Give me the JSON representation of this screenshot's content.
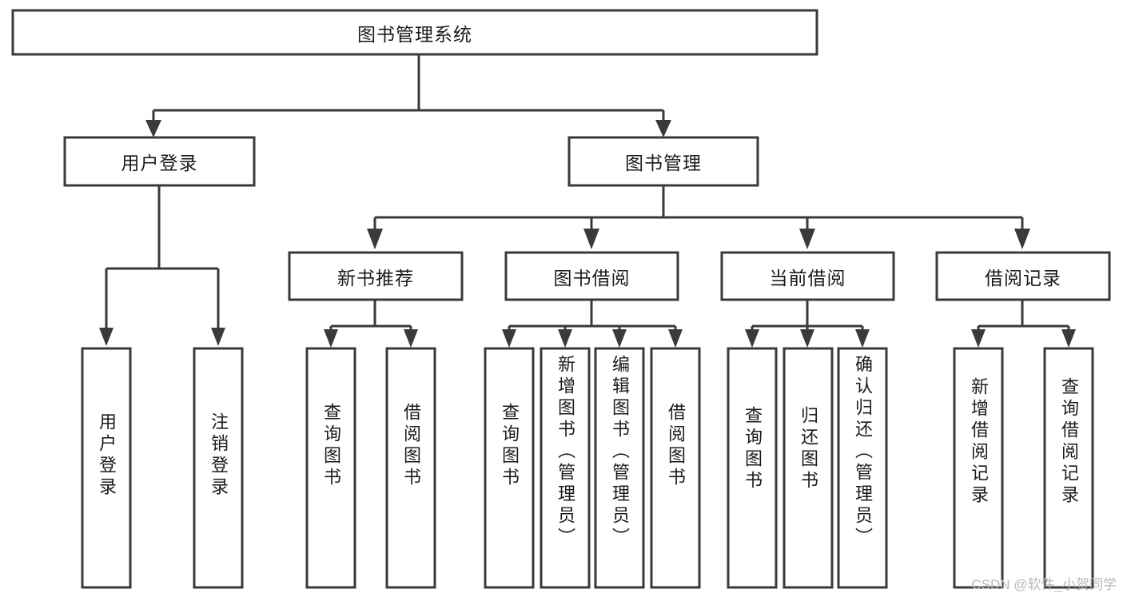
{
  "diagram": {
    "type": "tree-hierarchy-chart",
    "title": "图书管理系统",
    "watermark": "CSDN @软件_小贺同学",
    "colors": {
      "box_stroke": "#3a3a3a",
      "box_fill": "#ffffff",
      "connector": "#3a3a3a",
      "text": "#1b1b1b",
      "background": "#ffffff",
      "watermark": "#b9b9b9"
    },
    "levels": {
      "root": {
        "label": "图书管理系统"
      },
      "level1": [
        {
          "label": "用户登录"
        },
        {
          "label": "图书管理"
        }
      ],
      "level2": [
        {
          "label": "新书推荐"
        },
        {
          "label": "图书借阅"
        },
        {
          "label": "当前借阅"
        },
        {
          "label": "借阅记录"
        }
      ],
      "leaves": {
        "user_login": [
          {
            "label": "用户登录"
          },
          {
            "label": "注销登录"
          }
        ],
        "new_book_recommend": [
          {
            "label": "查询图书"
          },
          {
            "label": "借阅图书"
          }
        ],
        "book_borrow": [
          {
            "label": "查询图书"
          },
          {
            "label": "新增图书（管理员）"
          },
          {
            "label": "编辑图书（管理员）"
          },
          {
            "label": "借阅图书"
          }
        ],
        "current_borrow": [
          {
            "label": "查询图书"
          },
          {
            "label": "归还图书"
          },
          {
            "label": "确认归还（管理员）"
          }
        ],
        "borrow_record": [
          {
            "label": "新增借阅记录"
          },
          {
            "label": "查询借阅记录"
          }
        ]
      }
    }
  }
}
